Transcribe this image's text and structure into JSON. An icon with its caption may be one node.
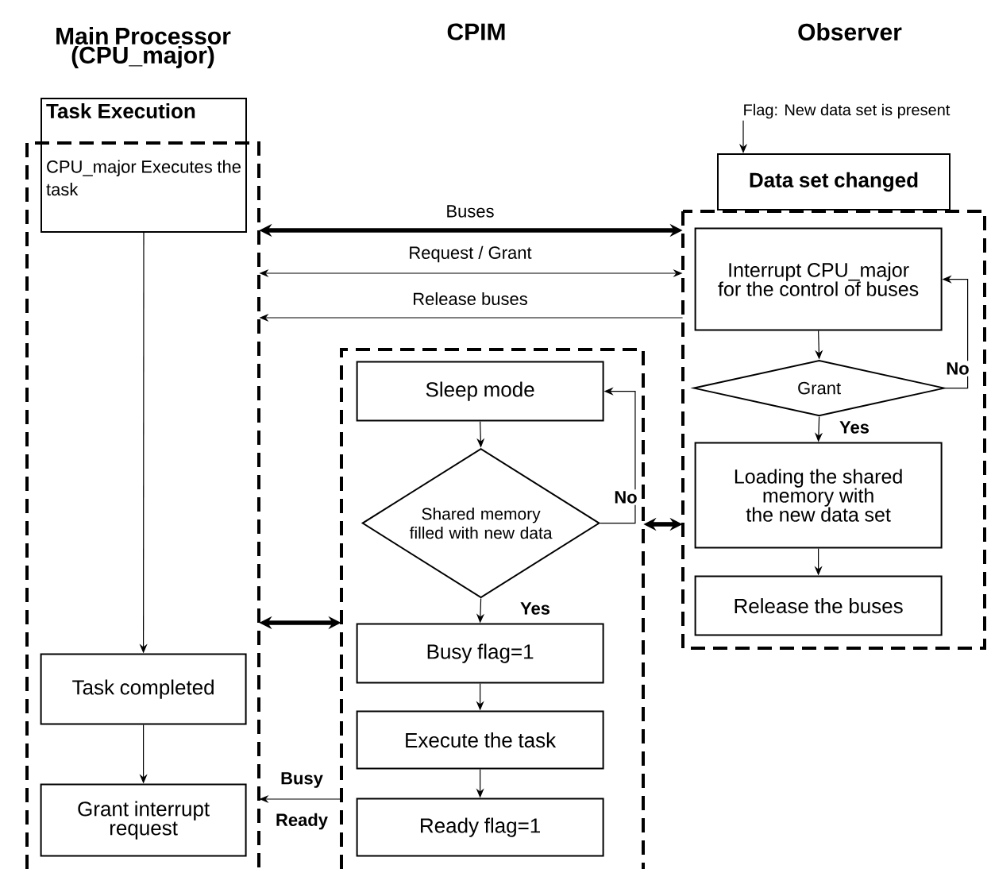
{
  "diagram": {
    "nodes": [
      {
        "text": [],
        "shape": "box"
      },
      {
        "text": [
          "Task Execution",
          "CPU_major Executes the task"
        ]
      },
      {
        "text": [
          "Task completed"
        ],
        "in": 0
      },
      {
        "text": [
          "Grant interrupt request"
        ],
        "in": 0
      },
      {
        "text": [],
        "shape": "box"
      },
      {
        "text": [
          "Sleep mode"
        ],
        "in": 4
      },
      {
        "text": [
          "Shared memory filled with new data"
        ],
        "in": 4
      },
      {
        "text": [
          "Busy flag=1"
        ],
        "in": 4
      },
      {
        "text": [
          "Execute the task"
        ],
        "in": 4
      },
      {
        "text": [
          "Ready flag=1"
        ],
        "in": 4
      },
      {
        "text": [
          "Flag: New data set is present"
        ]
      },
      {
        "text": [
          "Data set changed"
        ]
      },
      {
        "text": [],
        "shape": "box"
      },
      {
        "text": [
          "Interrupt CPU_major for the control of buses"
        ],
        "in": 12
      },
      {
        "text": [
          "Grant"
        ],
        "in": 12
      },
      {
        "text": [
          "Loading the shared memory with the new data set"
        ],
        "in": 12
      },
      {
        "text": [
          "Release the buses"
        ],
        "in": 12
      }
    ],
    "edges": [
      {
        "from": 0,
        "to": 12,
        "arrow": "both",
        "label": "Buses",
        "style": "thick"
      },
      {
        "from": 0,
        "to": 12,
        "arrow": "both",
        "label": "Request / Grant"
      },
      {
        "from": 12,
        "to": 0,
        "arrow": "to",
        "label": "Release buses"
      },
      {
        "from": 0,
        "to": 4,
        "arrow": "both",
        "style": "thick"
      },
      {
        "from": 4,
        "to": 12,
        "arrow": "both",
        "style": "thick"
      },
      {
        "from": 4,
        "to": 0,
        "arrow": "to",
        "label": "Busy"
      },
      {
        "from": 1,
        "to": 2,
        "arrow": "to"
      },
      {
        "from": 2,
        "to": 3,
        "arrow": "to"
      },
      {
        "from": 5,
        "to": 6,
        "arrow": "to"
      },
      {
        "from": 6,
        "to": 7,
        "arrow": "to",
        "label": "Yes"
      },
      {
        "from": 6,
        "to": 5,
        "arrow": "to",
        "label": "No"
      },
      {
        "from": 7,
        "to": 8,
        "arrow": "to"
      },
      {
        "from": 8,
        "to": 9,
        "arrow": "to"
      },
      {
        "from": 10,
        "to": 11,
        "arrow": "to"
      },
      {
        "from": 13,
        "to": 14,
        "arrow": "to"
      },
      {
        "from": 14,
        "to": 15,
        "arrow": "to",
        "label": "Yes"
      },
      {
        "from": 14,
        "to": 13,
        "arrow": "to",
        "label": "No"
      },
      {
        "from": 15,
        "to": 16,
        "arrow": "to"
      }
    ],
    "labels": [
      "Main Processor (CPU_major)",
      "CPIM",
      "Observer",
      "Ready"
    ]
  }
}
